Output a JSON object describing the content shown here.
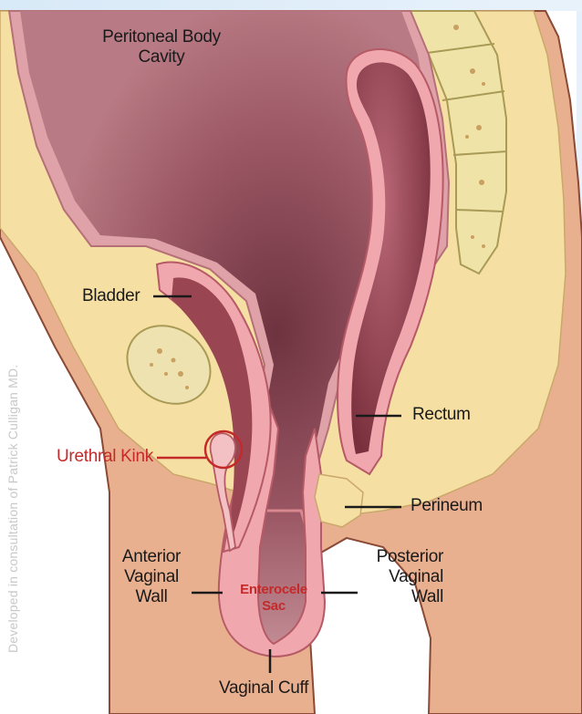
{
  "labels": {
    "peritoneal_cavity": [
      "Peritoneal Body",
      "Cavity"
    ],
    "bladder": "Bladder",
    "urethral_kink": "Urethral Kink",
    "rectum": "Rectum",
    "perineum": "Perineum",
    "anterior_vaginal_wall": [
      "Anterior",
      "Vaginal",
      "Wall"
    ],
    "posterior_vaginal_wall": [
      "Posterior",
      "Vaginal",
      "Wall"
    ],
    "enterocele_sac": [
      "Enterocele",
      "Sac"
    ],
    "vaginal_cuff": "Vaginal Cuff"
  },
  "watermark": "Developed in consultation of Patrick Culligan MD.",
  "colors": {
    "skin": "#e9b08f",
    "fat": "#f6dfa3",
    "cavity": "#b87a84",
    "cavity_dark": "#6e3340",
    "organ_wall": "#f0a7ae",
    "organ_inner": "#9a4652",
    "spine": "#efe3a8",
    "label_red": "#c42a2a"
  }
}
